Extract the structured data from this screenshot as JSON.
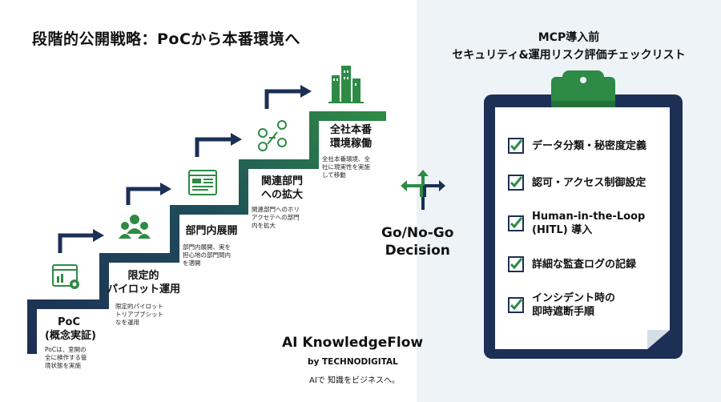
{
  "title": "段階的公開戦略：PoCから本番環境へ",
  "stages": [
    {
      "label": [
        "PoC",
        "(概念実証)"
      ],
      "desc": [
        "PoCは、室開の",
        "全に検作する管",
        "境状態を実施"
      ],
      "icon": "gear-window-icon"
    },
    {
      "label": [
        "限定的",
        "パイロット運用"
      ],
      "desc": [
        "限定的パイロット",
        "トリアプブシット",
        "なを運用"
      ],
      "icon": "group-icon"
    },
    {
      "label": [
        "部門内展開"
      ],
      "desc": [
        "部門内展開、実を",
        "担心地の部門間内",
        "を適開"
      ],
      "icon": "dashboard-window-icon"
    },
    {
      "label": [
        "関連部門",
        "への拡大"
      ],
      "desc": [
        "関連部門へのホリ",
        "アクセテへの部門",
        "内を拡大"
      ],
      "icon": "network-users-icon"
    },
    {
      "label": [
        "全社本番",
        "環境稼働"
      ],
      "desc": [
        "全社本番環境、全",
        "社に現実性を実施",
        "して移動"
      ],
      "icon": "buildings-icon"
    }
  ],
  "decision": {
    "line1": "Go/No-Go",
    "line2": "Decision",
    "icon": "split-arrows-icon"
  },
  "brand": {
    "name": "AI KnowledgeFlow",
    "by": "by TECHNODIGITAL",
    "tagline": "AIで 知識をビジネスへ。"
  },
  "checklist": {
    "title_line1": "MCP導入前",
    "title_line2": "セキュリティ&運用リスク評価チェックリスト",
    "items": [
      [
        "データ分類・秘密度定義"
      ],
      [
        "認可・アクセス制御設定"
      ],
      [
        "Human-in-the-Loop",
        "(HITL) 導入"
      ],
      [
        "詳細な監査ログの記録"
      ],
      [
        "インシデント時の",
        "即時遮断手順"
      ]
    ]
  },
  "colors": {
    "navy": "#1c2f55",
    "green": "#2e8b45",
    "check": "#2e8b45"
  }
}
